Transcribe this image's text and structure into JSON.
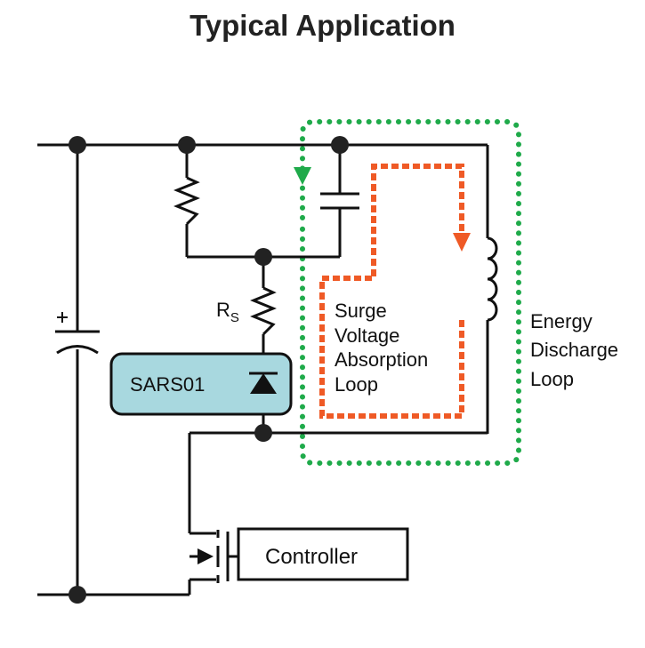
{
  "title": "Typical Application",
  "labels": {
    "rs_main": "R",
    "rs_sub": "S",
    "sars": "SARS01",
    "controller": "Controller",
    "surge": [
      "Surge",
      "Voltage",
      "Absorption",
      "Loop"
    ],
    "energy": [
      "Energy",
      "Discharge",
      "Loop"
    ]
  },
  "colors": {
    "wire": "#111111",
    "sars_fill": "#a8d8df",
    "surge_loop": "#ef5a26",
    "energy_loop": "#1faa4a"
  }
}
